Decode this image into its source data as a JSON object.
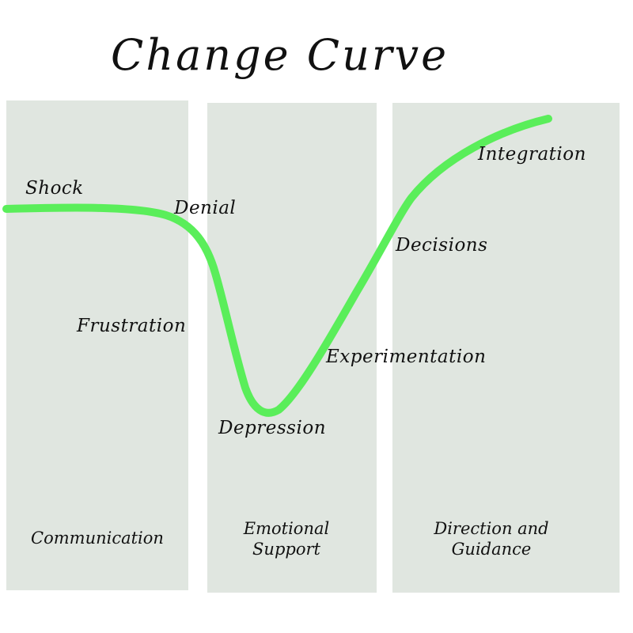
{
  "title": "Change Curve",
  "colors": {
    "panel": "#e0e6e0",
    "curve": "#5aee5a",
    "text": "#111111",
    "background": "#ffffff"
  },
  "panels": [
    {
      "label_lines": [
        "Communication"
      ]
    },
    {
      "label_lines": [
        "Emotional",
        "Support"
      ]
    },
    {
      "label_lines": [
        "Direction and",
        "Guidance"
      ]
    }
  ],
  "stages": [
    {
      "label": "Shock"
    },
    {
      "label": "Denial"
    },
    {
      "label": "Frustration"
    },
    {
      "label": "Depression"
    },
    {
      "label": "Experimentation"
    },
    {
      "label": "Decisions"
    },
    {
      "label": "Integration"
    }
  ]
}
